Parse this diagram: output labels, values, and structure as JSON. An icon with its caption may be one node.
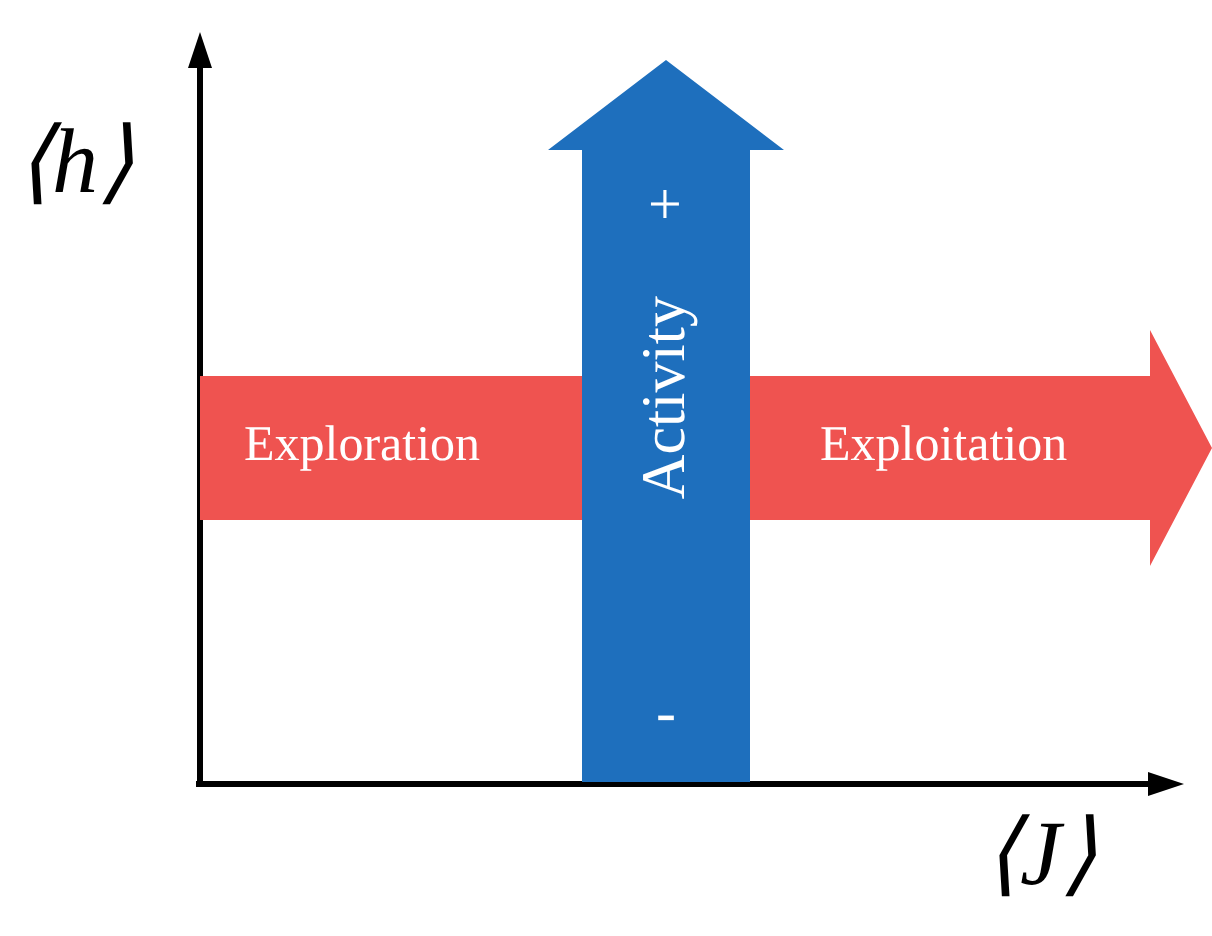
{
  "diagram": {
    "nodes": [
      {
        "text": [
          "Exploration",
          "Exploitation"
        ]
      },
      {
        "text": [
          "+",
          "Activity",
          "-"
        ]
      }
    ],
    "labels": [
      "⟨h⟩",
      "⟨J⟩"
    ]
  }
}
